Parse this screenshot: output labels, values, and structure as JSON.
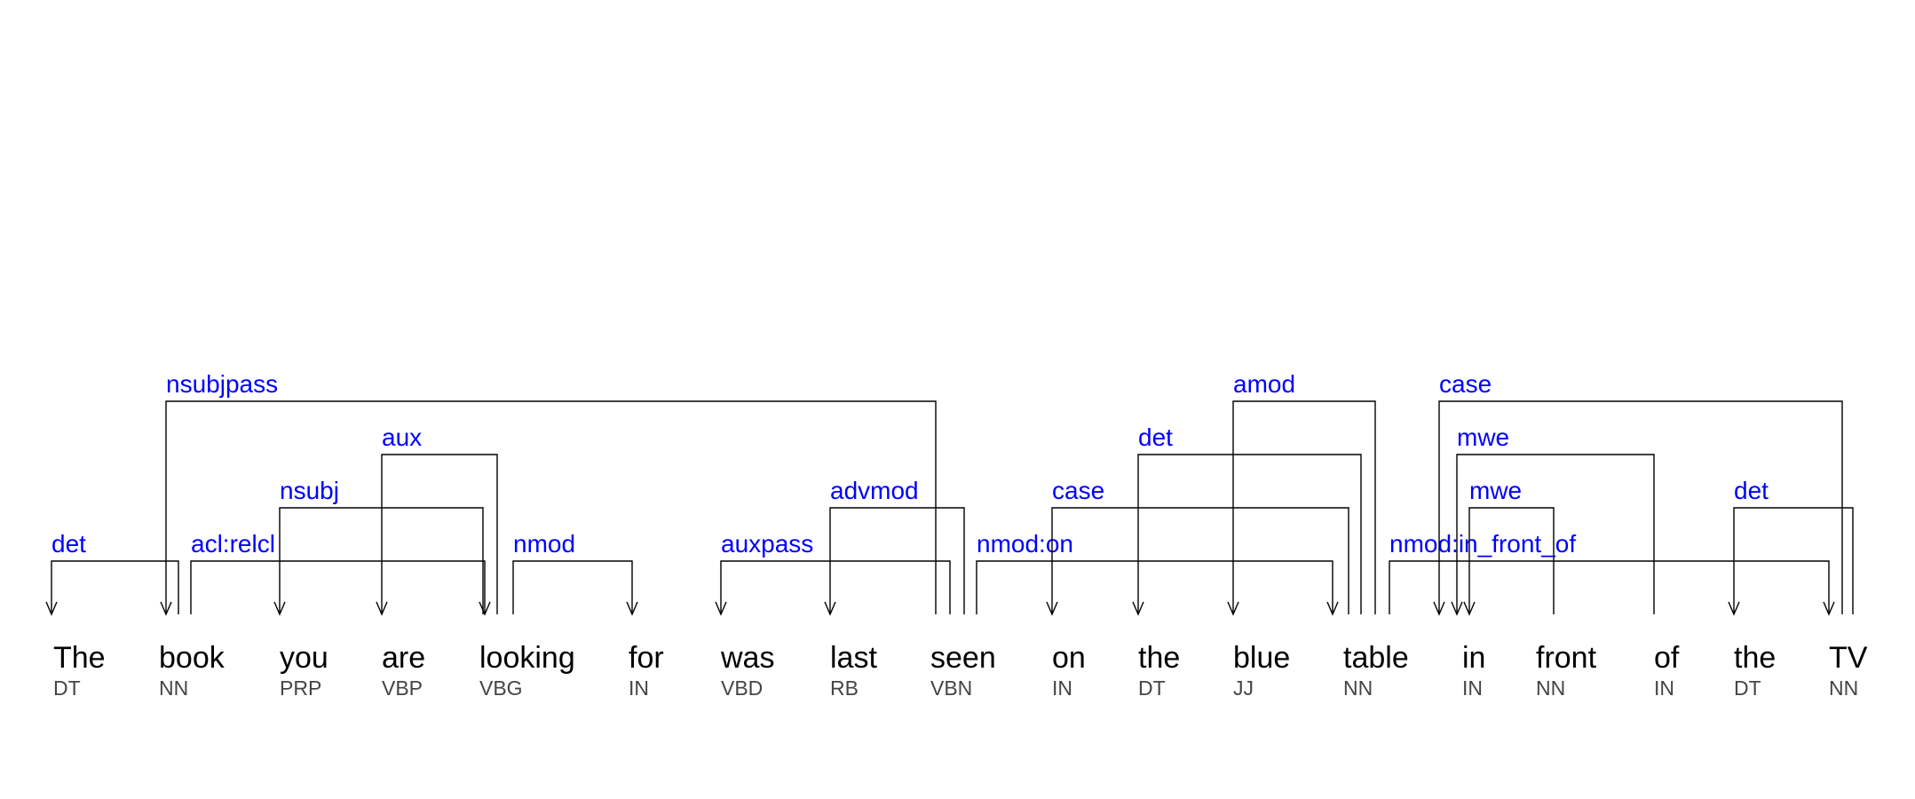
{
  "label_color": "#0000ff",
  "tokens": [
    {
      "word": "The",
      "tag": "DT"
    },
    {
      "word": "book",
      "tag": "NN"
    },
    {
      "word": "you",
      "tag": "PRP"
    },
    {
      "word": "are",
      "tag": "VBP"
    },
    {
      "word": "looking",
      "tag": "VBG"
    },
    {
      "word": "for",
      "tag": "IN"
    },
    {
      "word": "was",
      "tag": "VBD"
    },
    {
      "word": "last",
      "tag": "RB"
    },
    {
      "word": "seen",
      "tag": "VBN"
    },
    {
      "word": "on",
      "tag": "IN"
    },
    {
      "word": "the",
      "tag": "DT"
    },
    {
      "word": "blue",
      "tag": "JJ"
    },
    {
      "word": "table",
      "tag": "NN"
    },
    {
      "word": "in",
      "tag": "IN"
    },
    {
      "word": "front",
      "tag": "NN"
    },
    {
      "word": "of",
      "tag": "IN"
    },
    {
      "word": "the",
      "tag": "DT"
    },
    {
      "word": "TV",
      "tag": "NN"
    }
  ],
  "dependencies": [
    {
      "label": "det",
      "head": 1,
      "dep": 0,
      "level": 1
    },
    {
      "label": "acl:relcl",
      "head": 1,
      "dep": 4,
      "level": 1
    },
    {
      "label": "nmod",
      "head": 4,
      "dep": 5,
      "level": 1
    },
    {
      "label": "auxpass",
      "head": 8,
      "dep": 6,
      "level": 1
    },
    {
      "label": "nmod:on",
      "head": 8,
      "dep": 12,
      "level": 1
    },
    {
      "label": "nmod:in_front_of",
      "head": 12,
      "dep": 17,
      "level": 1
    },
    {
      "label": "nsubj",
      "head": 4,
      "dep": 2,
      "level": 2
    },
    {
      "label": "advmod",
      "head": 8,
      "dep": 7,
      "level": 2
    },
    {
      "label": "case",
      "head": 12,
      "dep": 9,
      "level": 2
    },
    {
      "label": "mwe",
      "head": 14,
      "dep": 13,
      "level": 2
    },
    {
      "label": "det",
      "head": 17,
      "dep": 16,
      "level": 2
    },
    {
      "label": "aux",
      "head": 4,
      "dep": 3,
      "level": 3
    },
    {
      "label": "det",
      "head": 12,
      "dep": 10,
      "level": 3
    },
    {
      "label": "mwe",
      "head": 15,
      "dep": 13,
      "level": 3
    },
    {
      "label": "nsubjpass",
      "head": 8,
      "dep": 1,
      "level": 4
    },
    {
      "label": "amod",
      "head": 12,
      "dep": 11,
      "level": 4
    },
    {
      "label": "case",
      "head": 17,
      "dep": 13,
      "level": 4
    }
  ]
}
